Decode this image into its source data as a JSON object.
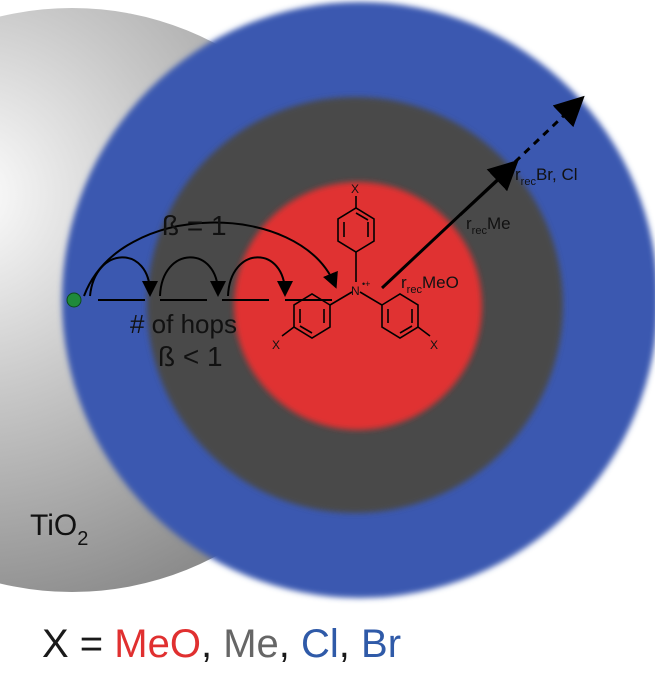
{
  "diagram": {
    "substrate_label": "TiO",
    "substrate_subscript": "2",
    "beta_equal": "ß = 1",
    "beta_less": "ß < 1",
    "hops_label": "# of hops",
    "molecule": {
      "x_top": "X",
      "x_left": "X",
      "x_right": "X",
      "nitrogen": "N",
      "radical_cation": "•+"
    },
    "radii": {
      "meo": {
        "r": "r",
        "sub": "rec",
        "text": "MeO"
      },
      "me": {
        "r": "r",
        "sub": "rec",
        "text": "Me"
      },
      "brcl": {
        "r": "r",
        "sub": "rec",
        "text": "Br, Cl"
      }
    },
    "colors": {
      "meo": "#e03030",
      "me": "#4a4a4a",
      "cl_br": "#3a58b0",
      "dot": "#1f8a3a"
    }
  },
  "legend": {
    "prefix": "X = ",
    "items": [
      {
        "label": "MeO",
        "color": "#e03030"
      },
      {
        "sep": ", "
      },
      {
        "label": "Me",
        "color": "#666666"
      },
      {
        "sep": ", "
      },
      {
        "label": "Cl",
        "color": "#2f5aa8"
      },
      {
        "sep": ", "
      },
      {
        "label": "Br",
        "color": "#2f5aa8"
      }
    ]
  }
}
